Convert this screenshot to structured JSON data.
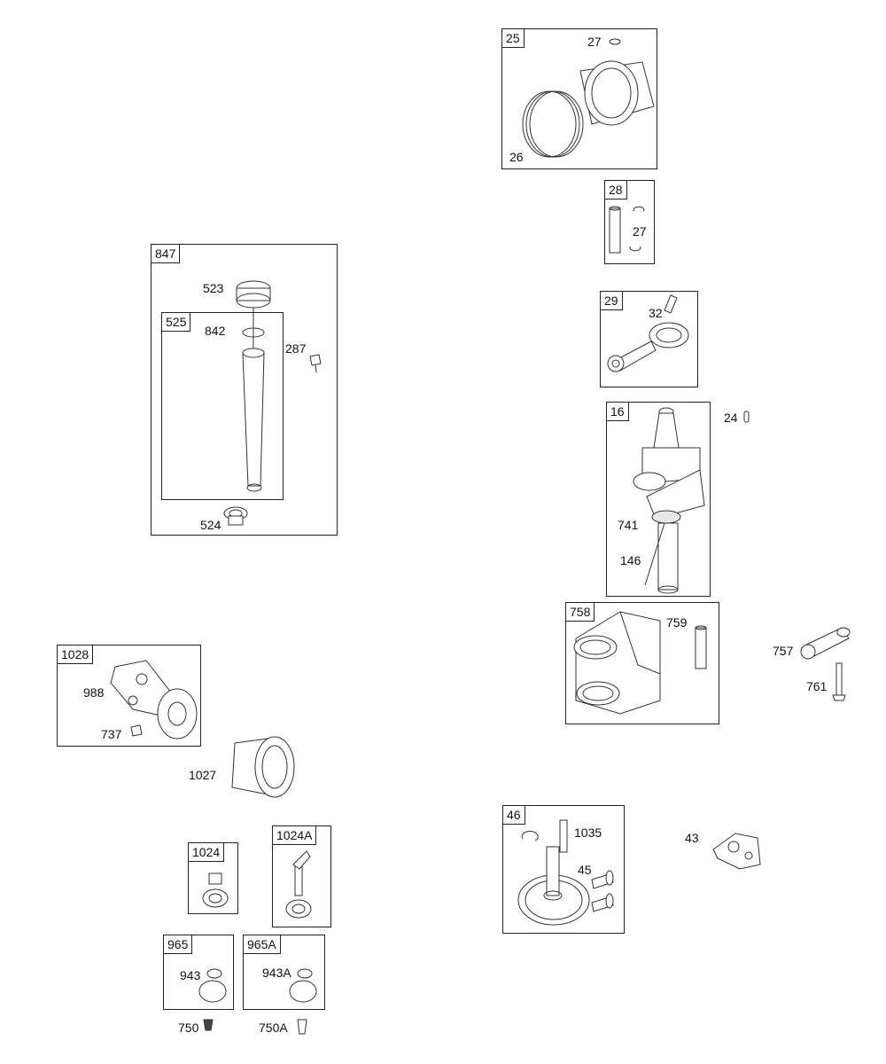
{
  "groups": {
    "g25": {
      "tag": "25"
    },
    "g28": {
      "tag": "28"
    },
    "g29": {
      "tag": "29"
    },
    "g16": {
      "tag": "16"
    },
    "g758": {
      "tag": "758"
    },
    "g847": {
      "tag": "847"
    },
    "g525": {
      "tag": "525"
    },
    "g1028": {
      "tag": "1028"
    },
    "g1024": {
      "tag": "1024"
    },
    "g1024A": {
      "tag": "1024A"
    },
    "g965": {
      "tag": "965"
    },
    "g965A": {
      "tag": "965A"
    },
    "g46": {
      "tag": "46"
    }
  },
  "parts": {
    "p27a": "27",
    "p26": "26",
    "p27b": "27",
    "p32": "32",
    "p24": "24",
    "p741": "741",
    "p146": "146",
    "p759": "759",
    "p757": "757",
    "p761": "761",
    "p523": "523",
    "p842": "842",
    "p287": "287",
    "p524": "524",
    "p988": "988",
    "p737": "737",
    "p1027": "1027",
    "p943": "943",
    "p750": "750",
    "p943A": "943A",
    "p750A": "750A",
    "p1035": "1035",
    "p45": "45",
    "p43": "43"
  }
}
